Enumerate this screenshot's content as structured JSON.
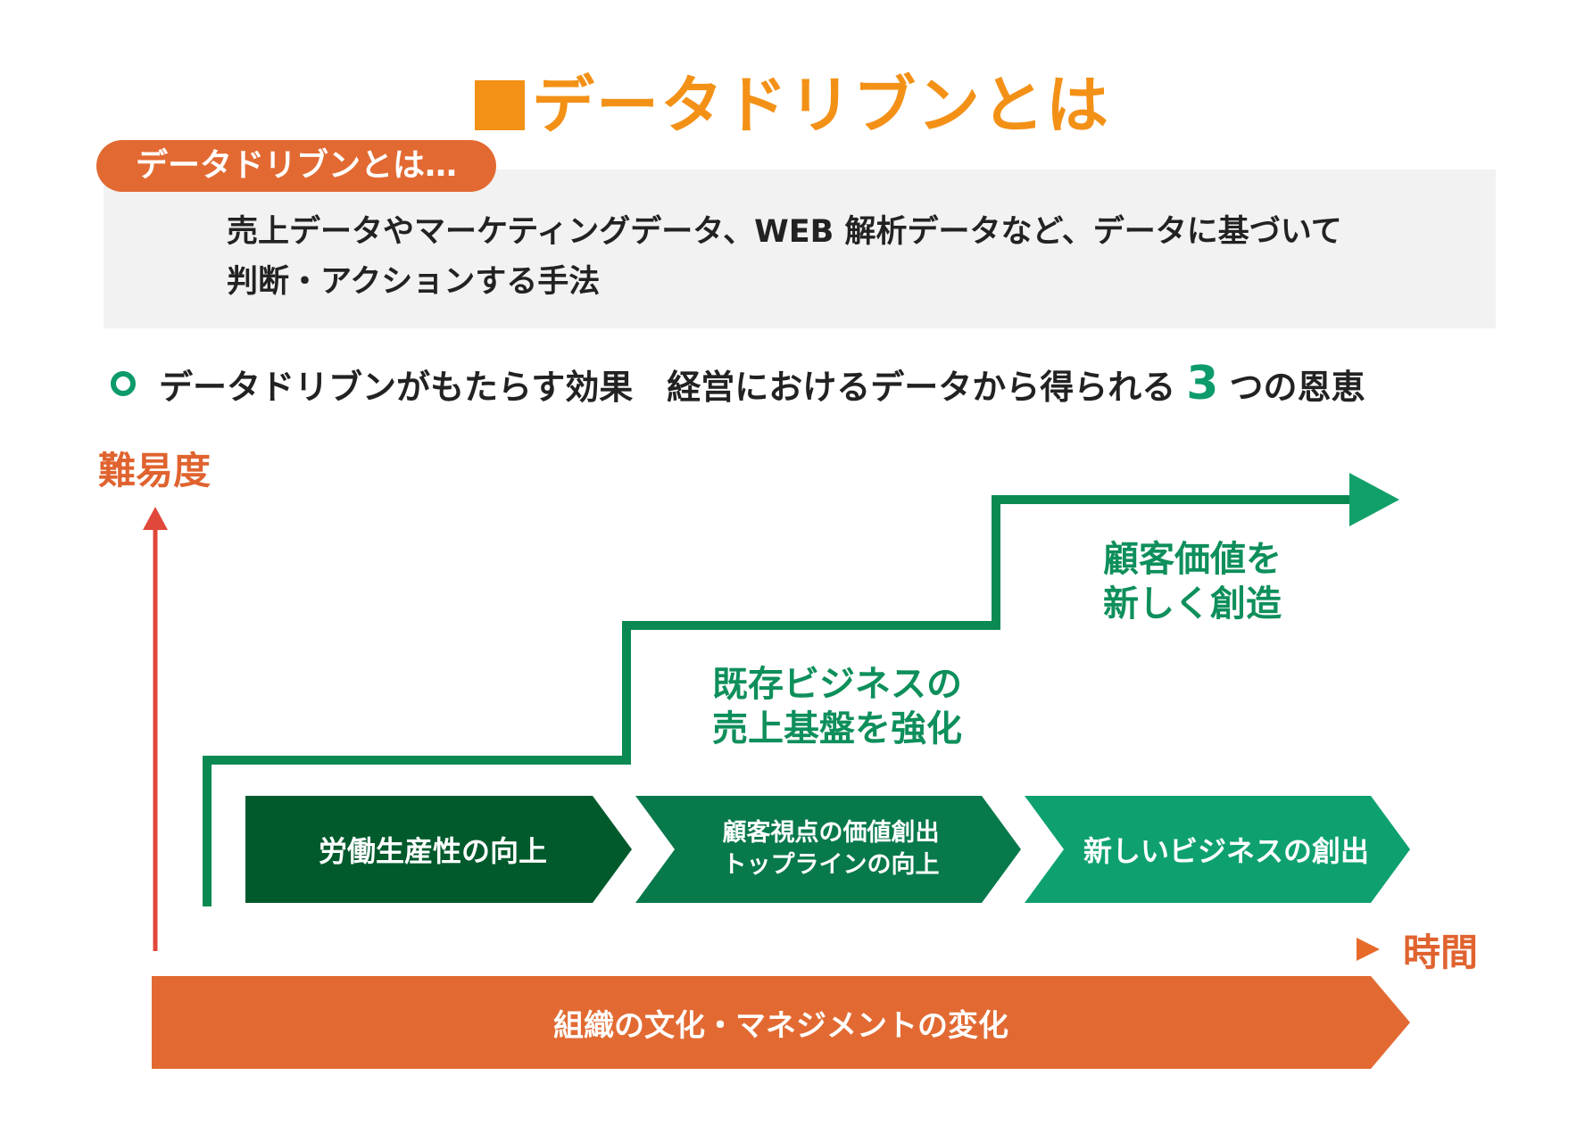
{
  "title": "データドリブンとは",
  "definition": {
    "label": "データドリブンとは…",
    "line1": "売上データやマーケティングデータ、WEB 解析データなど、データに基づいて",
    "line2": "判断・アクションする手法"
  },
  "subheading": {
    "text_before": "データドリブンがもたらす効果　経営におけるデータから得られる",
    "number": "3",
    "text_after": "つの恩恵"
  },
  "axes": {
    "y_label": "難易度",
    "x_label": "時間"
  },
  "stages": [
    {
      "line1": "労働生産性の向上",
      "line2": "",
      "color": "#005a2c"
    },
    {
      "line1": "顧客視点の価値創出",
      "line2": "トップラインの向上",
      "color": "#08794b"
    },
    {
      "line1": "新しいビジネスの創出",
      "line2": "",
      "color": "#0ea16f"
    }
  ],
  "step_labels": [
    {
      "line1": "既存ビジネスの",
      "line2": "売上基盤を強化"
    },
    {
      "line1": "顧客価値を",
      "line2": "新しく創造"
    }
  ],
  "bottom_banner": {
    "text": "組織の文化・マネジメントの変化",
    "color": "#e26a32"
  },
  "colors": {
    "accent_orange": "#f39117",
    "axis_red": "#e0483b",
    "step_green": "#0a8a52",
    "text_green": "#0e8f5b"
  }
}
